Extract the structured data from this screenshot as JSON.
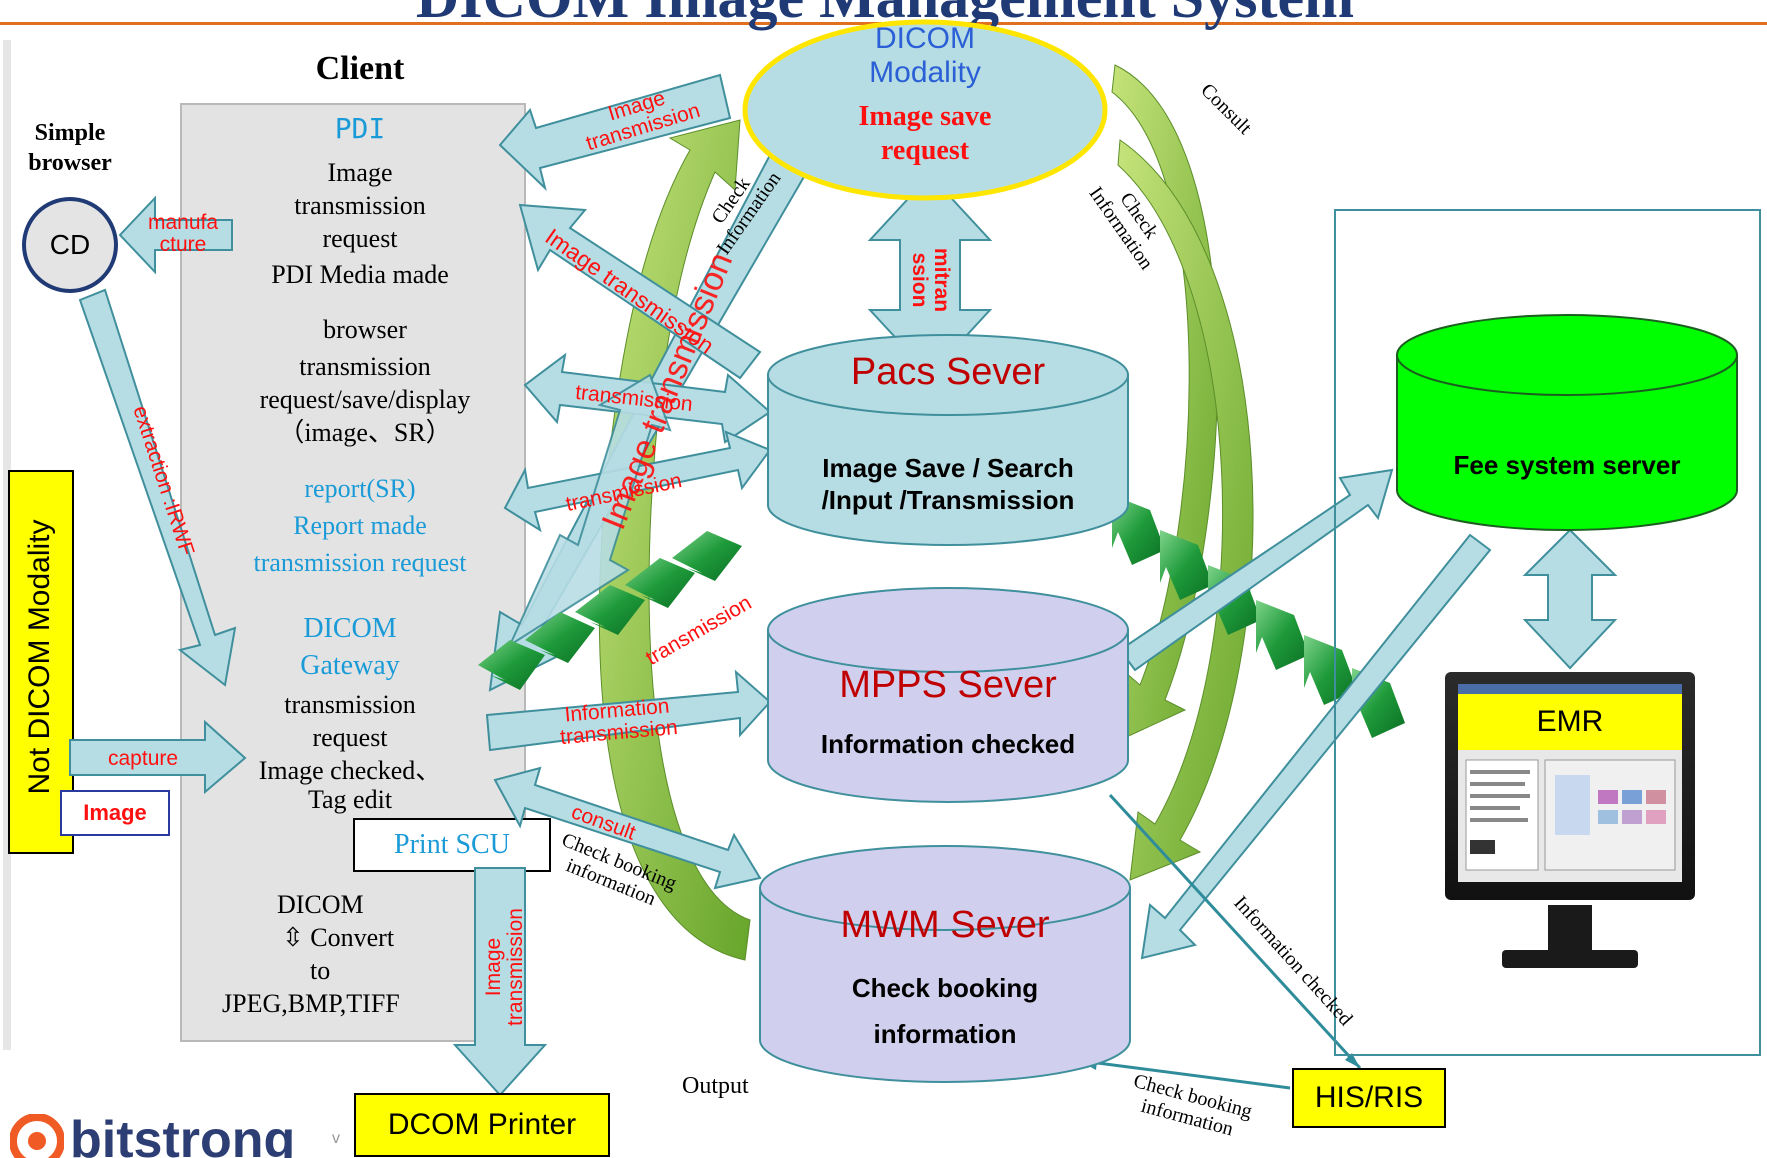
{
  "title": "DICOM Image Management System",
  "client": {
    "title": "Client",
    "pdi_title": "PDI",
    "pdi_lines": [
      "Image",
      "transmission",
      "request",
      "PDI Media made"
    ],
    "browser_lines": [
      "browser",
      "transmission",
      "request/save/display",
      "（image、SR）"
    ],
    "report_lines": [
      "report(SR)",
      "Report made",
      "transmission request"
    ],
    "gateway_lines": [
      "DICOM",
      "Gateway"
    ],
    "gateway_text": [
      "transmission",
      "request",
      "Image checked、",
      "Tag edit"
    ],
    "print_scu": "Print SCU",
    "convert_lines": [
      "DICOM",
      "⇳    Convert",
      "to",
      "JPEG,BMP,TIFF"
    ]
  },
  "left": {
    "simple_browser": [
      "Simple",
      "browser"
    ],
    "cd": "CD",
    "not_dicom": "Not DICOM Modality",
    "image": "Image"
  },
  "modality": {
    "title_lines": [
      "DICOM",
      "Modality"
    ],
    "request_lines": [
      "Image save",
      "request"
    ]
  },
  "servers": {
    "pacs": {
      "title": "Pacs Sever",
      "lines": [
        "Image Save / Search",
        "/Input /Transmission"
      ]
    },
    "mpps": {
      "title": "MPPS Sever",
      "line": "Information checked"
    },
    "mwm": {
      "title": "MWM Sever",
      "lines": [
        "Check  booking",
        "information"
      ]
    },
    "fee": {
      "title": "Fee system server"
    }
  },
  "emr": "EMR",
  "his_ris": "HIS/RIS",
  "printer": "DCOM Printer",
  "output": "Output",
  "logo": "bitstrong",
  "arrow_labels": {
    "image_transmission_top": [
      "Image",
      "transmission"
    ],
    "manufacture": [
      "manufa",
      "cture"
    ],
    "check_info_1": [
      "Check",
      "Information"
    ],
    "check_info_2": [
      "Check",
      "Information"
    ],
    "consult_top": "Consult",
    "image_transmission_diag": "Image transmission",
    "mitransssion": [
      "mitran",
      "ssion"
    ],
    "transmission_1": "transmission",
    "transmission_2": "transmission",
    "transmission_3": "transmission",
    "extraction": "extraction :IRWF",
    "big_image_transmission": "Image transmission",
    "info_transmission": [
      "Information",
      "transmission"
    ],
    "capture": "capture",
    "consult": "consult",
    "check_booking_1": [
      "Check booking",
      "information"
    ],
    "image_transmission_print": [
      "Image",
      "transmission"
    ],
    "information_checked": "Information checked",
    "check_booking_2": [
      "Check booking",
      "information"
    ]
  },
  "colors": {
    "arrow_fill": "#b7dde4",
    "arrow_stroke": "#3f8f9c",
    "green": "#26b34a",
    "olive_green": "#8cc63f",
    "server_blue": "#b7dde4",
    "server_lavender": "#d0d0ee",
    "fee_green": "#00ff00",
    "title_red": "#c00000"
  }
}
